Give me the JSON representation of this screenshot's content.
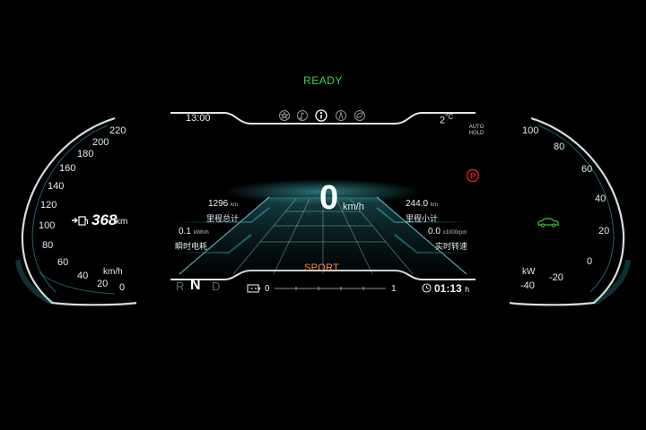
{
  "status": {
    "ready": "READY"
  },
  "topbar": {
    "time": "13:00",
    "temp_value": "2",
    "temp_unit": "°C",
    "auto_hold_line1": "AUTO",
    "auto_hold_line2": "HOLD",
    "icons": [
      "star-icon",
      "note-icon",
      "info-icon",
      "lane-icon",
      "leaf-icon"
    ]
  },
  "speed": {
    "value": "0",
    "unit": "km/h"
  },
  "left_info": {
    "total_mileage": {
      "value": "1296",
      "unit": "km",
      "label": "里程总计"
    },
    "instant_power": {
      "value": "0.1",
      "unit": "kWh/h",
      "label": "瞬时电耗"
    }
  },
  "right_info": {
    "trip": {
      "value": "244.0",
      "unit": "km",
      "label": "里程小计"
    },
    "rpm": {
      "value": "0.0",
      "unit": "x1000rpm",
      "label": "实时转速"
    }
  },
  "gears": {
    "items": [
      "R",
      "N",
      "D"
    ],
    "active": "N"
  },
  "mode": "SPORT",
  "range": {
    "value": "368",
    "unit": "km"
  },
  "speed_gauge": {
    "ticks": [
      "220",
      "200",
      "180",
      "160",
      "140",
      "120",
      "100",
      "80",
      "60",
      "40",
      "20",
      "0"
    ],
    "unit": "km/h"
  },
  "power_gauge": {
    "ticks": [
      "100",
      "80",
      "60",
      "40",
      "20",
      "0",
      "-20",
      "-40"
    ],
    "unit": "kW"
  },
  "battery_bar": {
    "min": "0",
    "max": "1",
    "level": 0.0
  },
  "trip_time": {
    "hours": "01",
    "minutes": "13",
    "unit": "h"
  },
  "colors": {
    "ready": "#3fd34a",
    "mode": "#ff8a2a",
    "accent": "#4fd6e0",
    "parking_brake": "#e02020",
    "eco_car": "#2fc23a"
  }
}
